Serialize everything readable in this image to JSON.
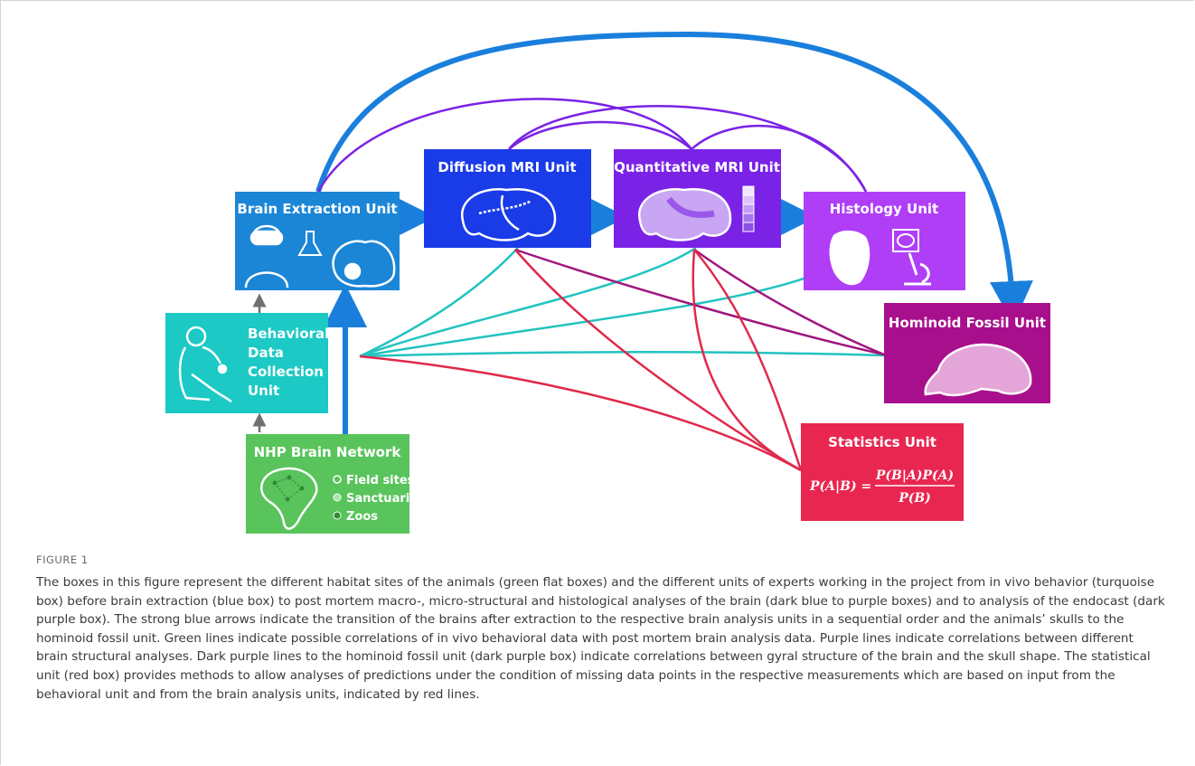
{
  "units": {
    "brain_extraction": {
      "title": "Brain Extraction Unit",
      "color": "#1b86d6"
    },
    "diffusion_mri": {
      "title": "Diffusion MRI Unit",
      "color": "#1a3be8"
    },
    "quantitative_mri": {
      "title": "Quantitative MRI Unit",
      "color": "#7a22e6"
    },
    "histology": {
      "title": "Histology Unit",
      "color": "#b03ef7"
    },
    "hominoid_fossil": {
      "title": "Hominoid Fossil Unit",
      "color": "#a80f8c"
    },
    "behavioral": {
      "title_lines": [
        "Behavioral",
        "Data",
        "Collection",
        "Unit"
      ],
      "color": "#1cc9c4"
    },
    "nhp_network": {
      "title": "NHP Brain Network",
      "legend": [
        "Field sites",
        "Sanctuaries",
        "Zoos"
      ],
      "color": "#59c45c"
    },
    "statistics": {
      "title": "Statistics Unit",
      "formula_lhs": "P(A|B) =",
      "formula_num": "P(B|A)P(A)",
      "formula_den": "P(B)",
      "color": "#e8264f"
    }
  },
  "line_colors": {
    "strong_blue": "#1a7fdc",
    "structural_purple": "#7a22e6",
    "behavioral_green": "#22c3c0",
    "fossil_dark_purple": "#a0167f",
    "statistics_red": "#e0294b",
    "small_arrow": "#707070"
  },
  "caption": {
    "label": "FIGURE 1",
    "text": "The boxes in this figure represent the different habitat sites of the animals (green flat boxes) and the different units of experts working in the project from in vivo behavior (turquoise box) before brain extraction (blue box) to post mortem macro-, micro-structural and histological analyses of the brain (dark blue to purple boxes) and to analysis of the endocast (dark purple box). The strong blue arrows indicate the transition of the brains after extraction to the respective brain analysis units in a sequential order and the animals’ skulls to the hominoid fossil unit. Green lines indicate possible correlations of in vivo behavioral data with post mortem brain analysis data. Purple lines indicate correlations between different brain structural analyses. Dark purple lines to the hominoid fossil unit (dark purple box) indicate correlations between gyral structure of the brain and the skull shape. The statistical unit (red box) provides methods to allow analyses of predictions under the condition of missing data points in the respective measurements which are based on input from the behavioral unit and from the brain analysis units, indicated by red lines."
  }
}
